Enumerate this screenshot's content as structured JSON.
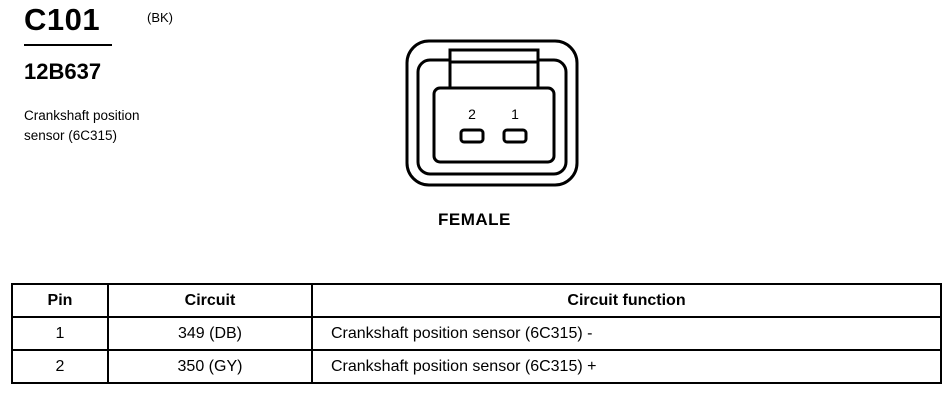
{
  "header": {
    "connector_id": "C101",
    "color_code": "(BK)",
    "part_number": "12B637",
    "component_line1": "Crankshaft position",
    "component_line2": "sensor (6C315)"
  },
  "connector": {
    "pin_labels": [
      "2",
      "1"
    ],
    "gender": "FEMALE"
  },
  "table": {
    "headers": [
      "Pin",
      "Circuit",
      "Circuit function"
    ],
    "rows": [
      {
        "pin": "1",
        "circuit": "349 (DB)",
        "function": "Crankshaft position sensor (6C315) -"
      },
      {
        "pin": "2",
        "circuit": "350 (GY)",
        "function": "Crankshaft position sensor (6C315) +"
      }
    ]
  }
}
